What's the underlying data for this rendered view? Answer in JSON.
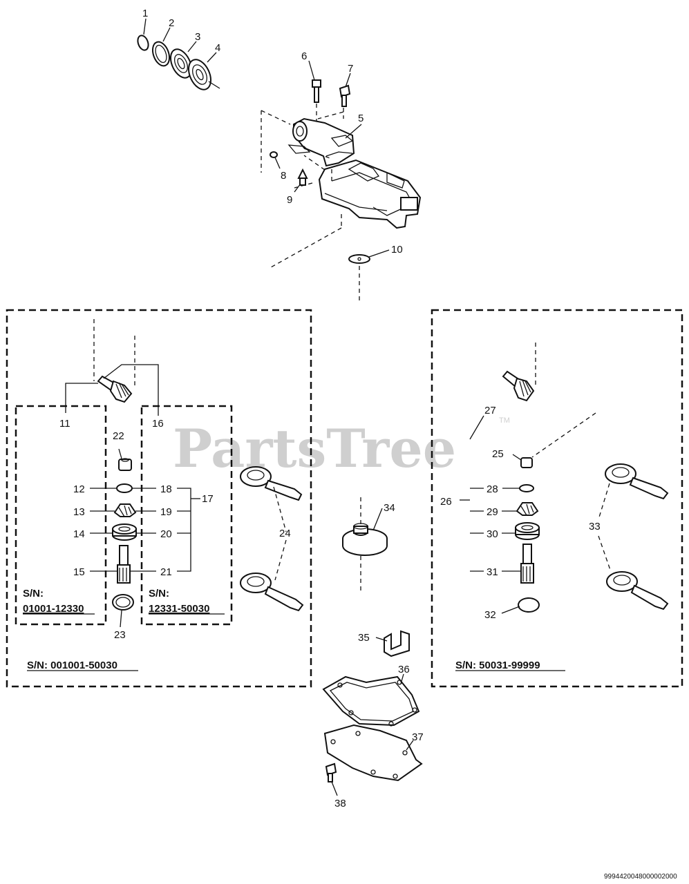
{
  "watermark": {
    "text": "PartsTree",
    "tm": "TM"
  },
  "footer_code": "9994420048000002000",
  "serial_labels": {
    "box_left": "S/N: 001001-50030",
    "box_right": "S/N: 50031-99999",
    "sub_left_title": "S/N:",
    "sub_left_range": "01001-12330",
    "sub_mid_title": "S/N:",
    "sub_mid_range": "12331-50030"
  },
  "callouts": [
    "1",
    "2",
    "3",
    "4",
    "5",
    "6",
    "7",
    "8",
    "9",
    "10",
    "11",
    "12",
    "13",
    "14",
    "15",
    "16",
    "17",
    "18",
    "19",
    "20",
    "21",
    "22",
    "23",
    "24",
    "25",
    "26",
    "27",
    "28",
    "29",
    "30",
    "31",
    "32",
    "33",
    "34",
    "35",
    "36",
    "37",
    "38"
  ]
}
